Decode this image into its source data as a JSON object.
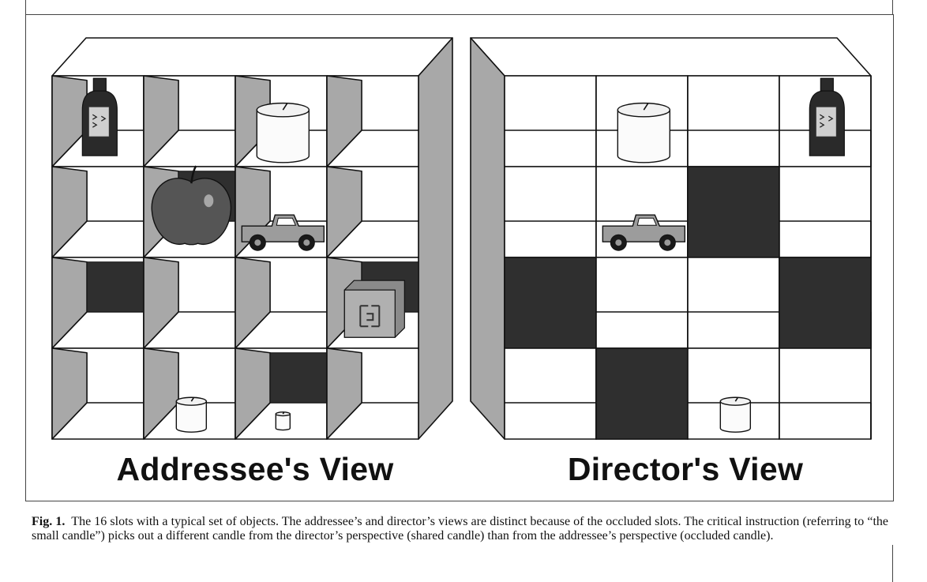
{
  "figure": {
    "left_panel": {
      "title": "Addressee's View",
      "open_slots_shaded": [
        false,
        true,
        false,
        true,
        true,
        false,
        false,
        true,
        false,
        false,
        false,
        false,
        true,
        false,
        false,
        true
      ],
      "occluded_slots": [
        5,
        8,
        11,
        14
      ],
      "objects": [
        {
          "slot": 0,
          "name": "bottle"
        },
        {
          "slot": 2,
          "name": "large-candle"
        },
        {
          "slot": 5,
          "name": "apple"
        },
        {
          "slot": 6,
          "name": "truck"
        },
        {
          "slot": 11,
          "name": "block"
        },
        {
          "slot": 13,
          "name": "medium-candle"
        },
        {
          "slot": 14,
          "name": "small-candle"
        }
      ]
    },
    "right_panel": {
      "title": "Director's View",
      "occluded_slots": [
        6,
        8,
        11,
        13
      ],
      "objects": [
        {
          "slot": 1,
          "name": "large-candle"
        },
        {
          "slot": 3,
          "name": "bottle"
        },
        {
          "slot": 5,
          "name": "truck"
        },
        {
          "slot": 14,
          "name": "medium-candle"
        }
      ]
    }
  },
  "caption": {
    "label": "Fig. 1.",
    "text": "The 16 slots with a typical set of objects. The addressee’s and director’s views are distinct because of the occluded slots. The critical instruction (referring to “the small candle”) picks out a different candle from the director’s perspective (shared candle) than from the addressee’s perspective (occluded candle)."
  },
  "colors": {
    "panel_gray": "#a8a8a8",
    "occluder": "#2f2f2f",
    "bottle": "#2a2a2a",
    "apple": "#555555",
    "truck": "#9c9c9c"
  }
}
